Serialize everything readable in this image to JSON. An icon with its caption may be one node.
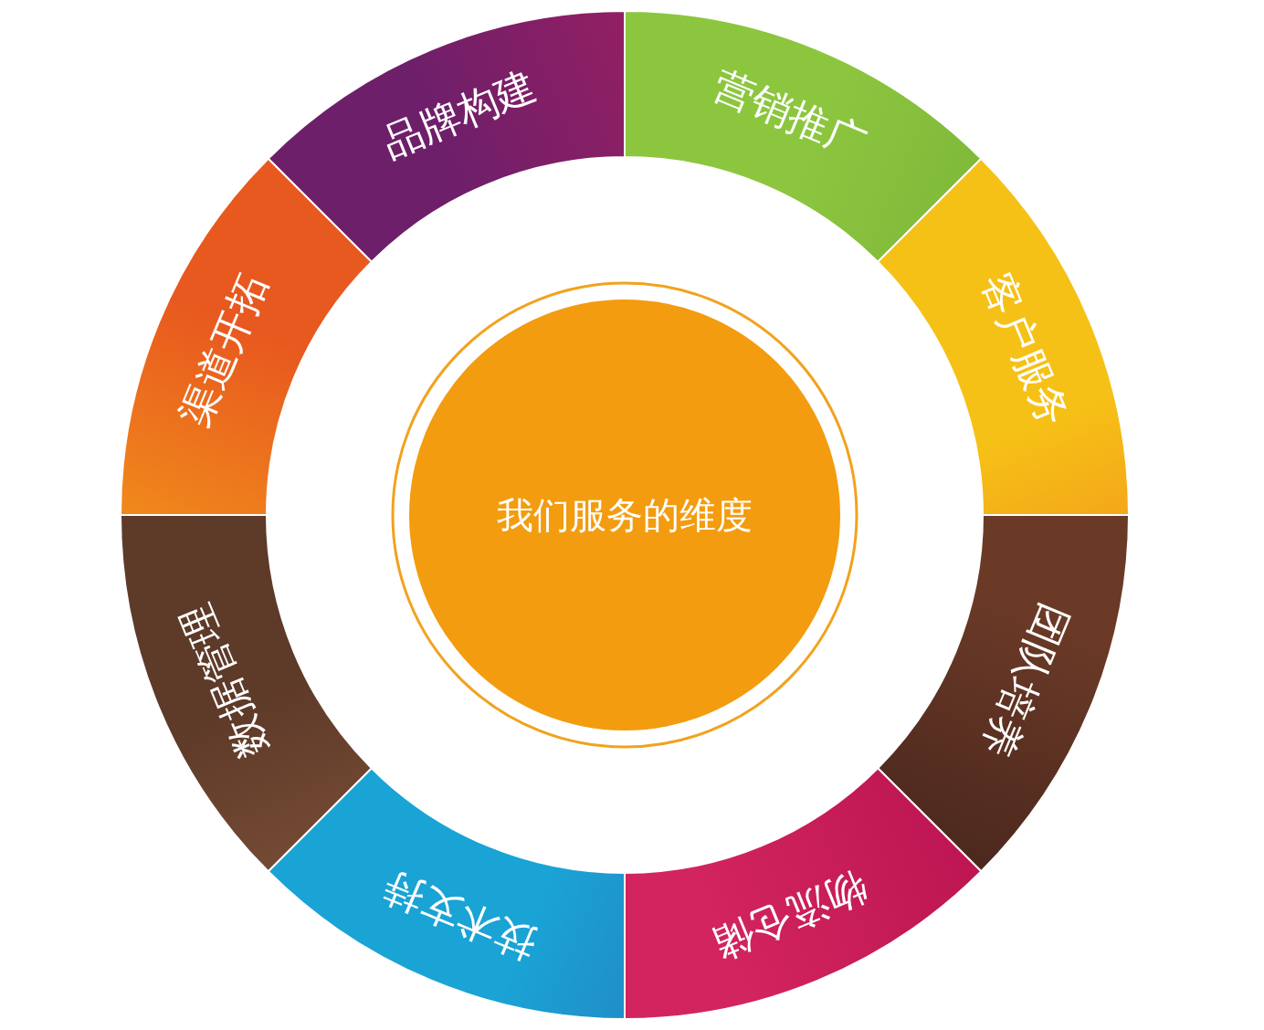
{
  "diagram": {
    "nodes": [
      {
        "text": [
          "我们服务的维度"
        ]
      },
      {
        "text": [
          "品牌构建"
        ]
      },
      {
        "text": [
          "营销推广"
        ]
      },
      {
        "text": [
          "客户服务"
        ]
      },
      {
        "text": [
          "团队培养"
        ]
      },
      {
        "text": [
          "物流仓储"
        ]
      },
      {
        "text": [
          "技术支持"
        ]
      },
      {
        "text": [
          "数据管理"
        ]
      },
      {
        "text": [
          "渠道开拓"
        ]
      }
    ]
  }
}
